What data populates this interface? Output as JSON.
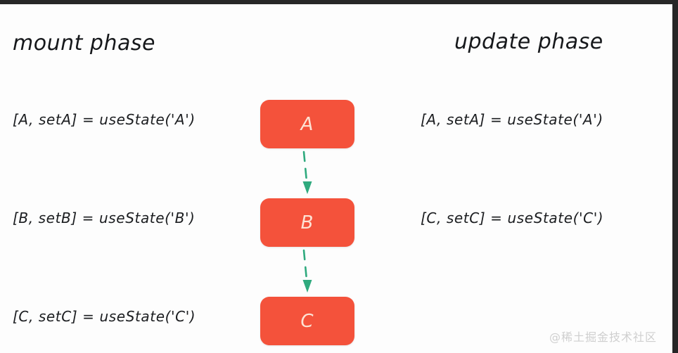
{
  "meta": {
    "background_color": "#ffffff",
    "edge_band_color": "#272727"
  },
  "headings": {
    "left": "mount phase",
    "right": "update phase"
  },
  "columns": {
    "mount": {
      "title": "mount phase",
      "lines": [
        "[A, setA] = useState('A')",
        "[B, setB] = useState('B')",
        "[C, setC] = useState('C')"
      ]
    },
    "update": {
      "title": "update phase",
      "lines": [
        "[A, setA] = useState('A')",
        "[C, setC] = useState('C')"
      ]
    }
  },
  "flow": {
    "box_color": "#f4523b",
    "box_label_color": "#fde2d4",
    "arrow_color": "#2faa7e",
    "nodes": [
      {
        "label": "A"
      },
      {
        "label": "B"
      },
      {
        "label": "C"
      }
    ],
    "arrows": [
      {
        "from": "A",
        "to": "B",
        "style": "dashed-down"
      },
      {
        "from": "B",
        "to": "C",
        "style": "dashed-down"
      }
    ]
  },
  "watermark": {
    "text": "@稀土掘金技术社区",
    "color": "#cfcfcf"
  }
}
